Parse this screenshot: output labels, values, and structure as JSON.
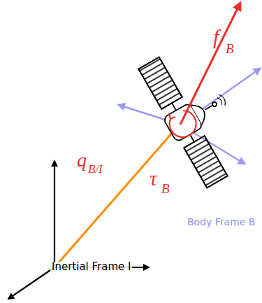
{
  "diagram": {
    "labels": [
      "f",
      "B",
      "q",
      "B/I",
      "τ",
      "B",
      "Body Frame B",
      "Inertial Frame I"
    ]
  }
}
